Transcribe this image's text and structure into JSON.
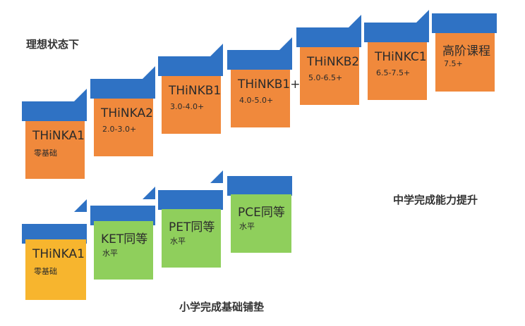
{
  "labels": {
    "ideal_state": "理想状态下",
    "middle_school": "中学完成能力提升",
    "primary_school": "小学完成基础铺垫"
  },
  "colors": {
    "blue_bar": "#2f72c4",
    "orange": "#f0893c",
    "green": "#8fcf5c",
    "yellow": "#f7b52e"
  },
  "upper_steps": [
    {
      "name": "THiNKA1",
      "sub": "零基础"
    },
    {
      "name": "THiNKA2",
      "sub": "2.0-3.0+"
    },
    {
      "name": "THiNKB1",
      "sub": "3.0-4.0+"
    },
    {
      "name": "THiNKB1+",
      "sub": "4.0-5.0+"
    },
    {
      "name": "THiNKB2",
      "sub": "5.0-6.5+"
    },
    {
      "name": "THiNKC1",
      "sub": "6.5-7.5+"
    },
    {
      "name": "高阶课程",
      "sub": "7.5+"
    }
  ],
  "lower_steps": [
    {
      "name": "THiNKA1",
      "sub": "零基础"
    },
    {
      "name": "KET同等",
      "sub": "水平"
    },
    {
      "name": "PET同等",
      "sub": "水平"
    },
    {
      "name": "PCE同等",
      "sub": "水平"
    }
  ]
}
